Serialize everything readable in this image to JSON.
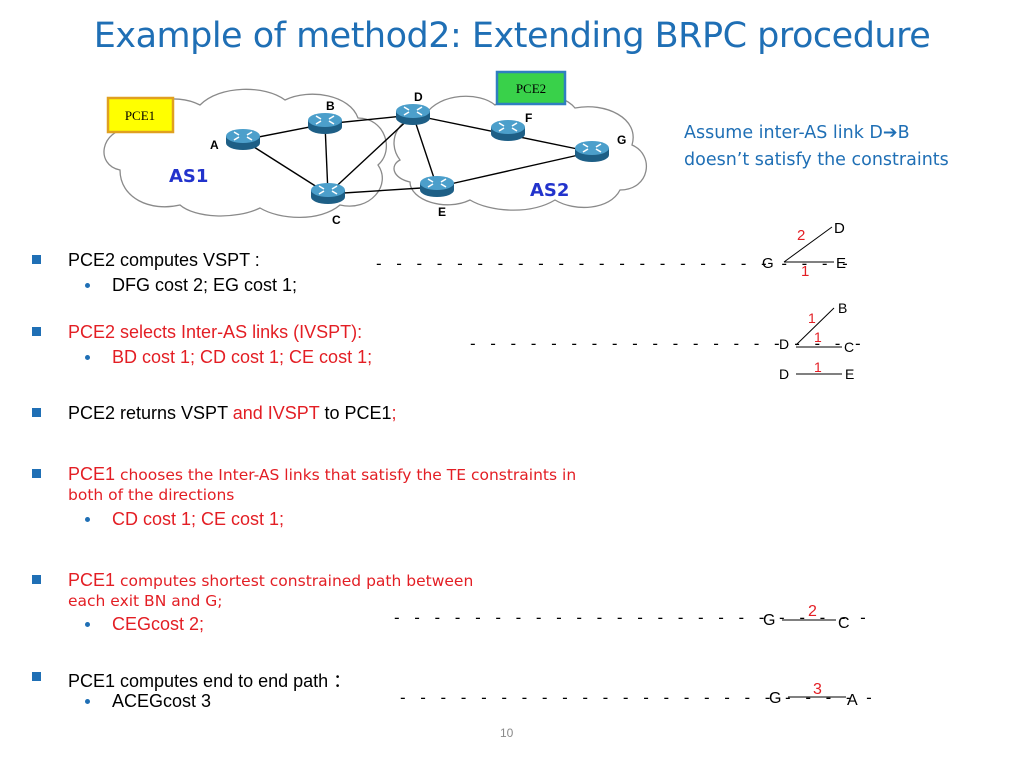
{
  "title": "Example of method2: Extending BRPC procedure",
  "network": {
    "pce1": "PCE1",
    "pce2": "PCE2",
    "as1": "AS1",
    "as2": "AS2",
    "nodes": {
      "a": "A",
      "b": "B",
      "c": "C",
      "d": "D",
      "e": "E",
      "f": "F",
      "g": "G"
    }
  },
  "note": {
    "line1_a": "Assume inter-AS link D",
    "arrow": "➔",
    "line1_b": "B",
    "line2": "doesn’t satisfy the constraints"
  },
  "bullets": {
    "b1": {
      "text": "PCE2 computes VSPT :",
      "sub": "DFG cost 2; EG cost 1;"
    },
    "b2": {
      "text": "PCE2 selects Inter-AS links (IVSPT):",
      "sub": "BD cost 1; CD cost 1; CE cost 1;"
    },
    "b3": {
      "t1": "PCE2 returns VSPT ",
      "t2": "and IVSPT",
      "t3": " to PCE1",
      "t4": ";"
    },
    "b4": {
      "t1": "PCE1",
      "t2": " chooses the Inter-AS links that satisfy the TE constraints in",
      "t3": "both of the directions",
      "sub": "CD cost 1; CE cost 1;"
    },
    "b5": {
      "t1": "PCE1",
      "t2": " computes shortest constrained path between",
      "t3": "each exit BN and G;",
      "sub": "CEGcost 2;"
    },
    "b6": {
      "text": "PCE1 computes end to end path ：",
      "sub": "ACEGcost 3"
    }
  },
  "dashes": "- - - - - - - - - - - - - - - - - - - - - - - -",
  "dashes_short": "- - - - - - - - - - - - - - - - - - - -",
  "diagrams": {
    "d1": {
      "g": "G",
      "d": "D",
      "e": "E",
      "c2": "2",
      "c1": "1"
    },
    "d2": {
      "b": "B",
      "d1": "D",
      "c": "C",
      "d2": "D",
      "e": "E",
      "c1a": "1",
      "c1b": "1",
      "c1c": "1"
    },
    "d3": {
      "g": "G",
      "c": "C",
      "cost": "2"
    },
    "d4": {
      "g": "G",
      "a": "A",
      "cost": "3"
    }
  },
  "page_number": "10"
}
